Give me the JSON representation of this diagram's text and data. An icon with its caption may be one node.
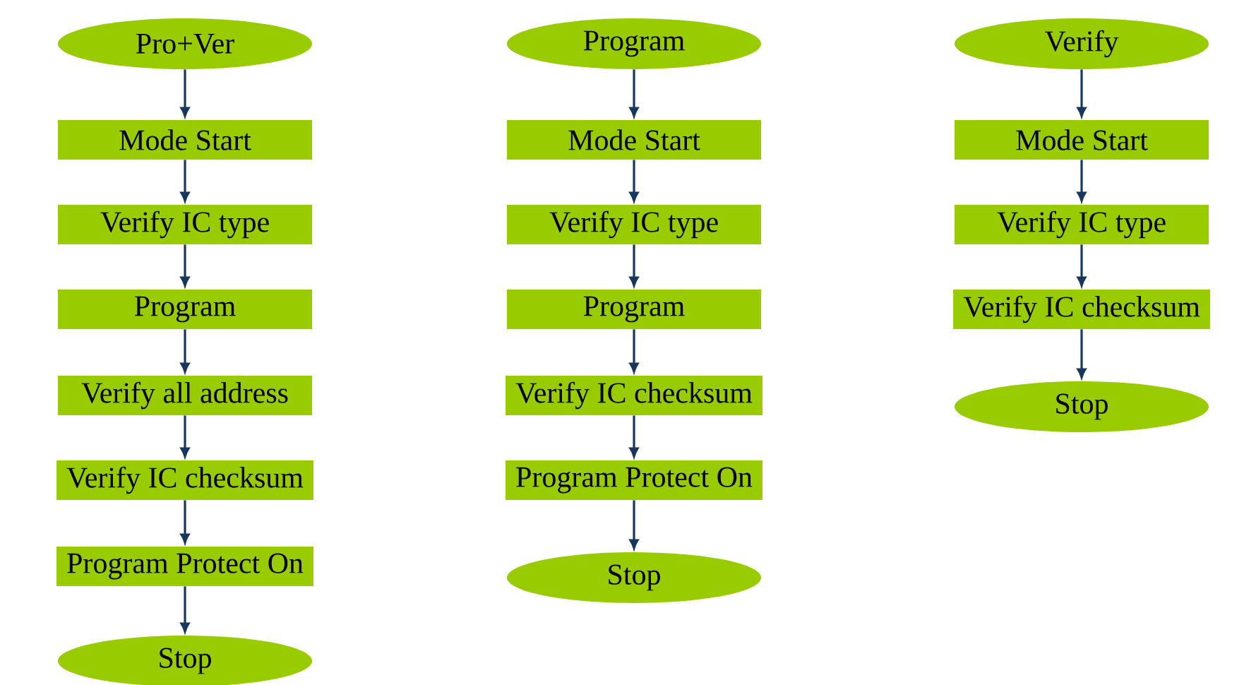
{
  "diagram": {
    "nodes": [
      {
        "text": [
          "Pro+Ver"
        ]
      },
      {
        "text": [
          "Mode Start"
        ]
      },
      {
        "text": [
          "Verify IC type"
        ]
      },
      {
        "text": [
          "Program"
        ]
      },
      {
        "text": [
          "Verify all address"
        ]
      },
      {
        "text": [
          "Verify IC checksum"
        ]
      },
      {
        "text": [
          "Program Protect On"
        ]
      },
      {
        "text": [
          "Stop"
        ]
      },
      {
        "text": [
          "Program"
        ]
      },
      {
        "text": [
          "Mode Start"
        ]
      },
      {
        "text": [
          "Verify IC type"
        ]
      },
      {
        "text": [
          "Program"
        ]
      },
      {
        "text": [
          "Verify IC checksum"
        ]
      },
      {
        "text": [
          "Program Protect On"
        ]
      },
      {
        "text": [
          "Stop"
        ]
      },
      {
        "text": [
          "Verify"
        ]
      },
      {
        "text": [
          "Mode Start"
        ]
      },
      {
        "text": [
          "Verify IC type"
        ]
      },
      {
        "text": [
          "Verify IC checksum"
        ]
      },
      {
        "text": [
          "Stop"
        ]
      }
    ],
    "edges": [
      {
        "from": 0,
        "to": 1,
        "arrow": "to"
      },
      {
        "from": 1,
        "to": 2,
        "arrow": "to"
      },
      {
        "from": 2,
        "to": 3,
        "arrow": "to"
      },
      {
        "from": 3,
        "to": 4,
        "arrow": "to"
      },
      {
        "from": 4,
        "to": 5,
        "arrow": "to"
      },
      {
        "from": 5,
        "to": 6,
        "arrow": "to"
      },
      {
        "from": 6,
        "to": 7,
        "arrow": "to"
      },
      {
        "from": 8,
        "to": 9,
        "arrow": "to"
      },
      {
        "from": 9,
        "to": 10,
        "arrow": "to"
      },
      {
        "from": 10,
        "to": 11,
        "arrow": "to"
      },
      {
        "from": 11,
        "to": 12,
        "arrow": "to"
      },
      {
        "from": 12,
        "to": 13,
        "arrow": "to"
      },
      {
        "from": 13,
        "to": 14,
        "arrow": "to"
      },
      {
        "from": 15,
        "to": 16,
        "arrow": "to"
      },
      {
        "from": 16,
        "to": 17,
        "arrow": "to"
      },
      {
        "from": 17,
        "to": 18,
        "arrow": "to"
      },
      {
        "from": 18,
        "to": 19,
        "arrow": "to"
      }
    ]
  }
}
